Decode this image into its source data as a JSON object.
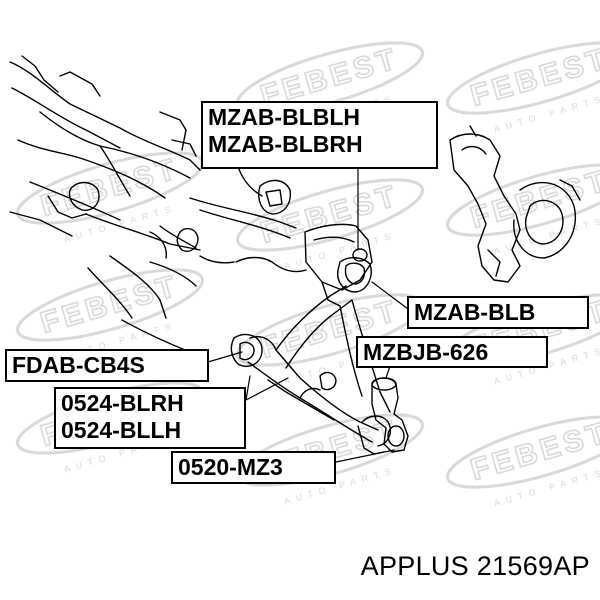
{
  "watermark": {
    "brand": "FEBEST",
    "sub": "AUTO PARTS",
    "color": "#d9d9d9"
  },
  "callouts": {
    "upper_bushing": {
      "lines": [
        "MZAB-BLBLH",
        "MZAB-BLBRH"
      ]
    },
    "rear_bushing": {
      "lines": [
        "MZAB-BLB"
      ]
    },
    "front_bushing": {
      "lines": [
        "FDAB-CB4S"
      ]
    },
    "ball_joint": {
      "lines": [
        "MZBJB-626"
      ]
    },
    "control_arm": {
      "lines": [
        "0524-BLRH",
        "0524-BLLH"
      ]
    },
    "arm_assembly": {
      "lines": [
        "0520-MZ3"
      ]
    }
  },
  "caption": "APPLUS 21569AP",
  "colors": {
    "ink": "#000000",
    "paper": "#ffffff"
  }
}
